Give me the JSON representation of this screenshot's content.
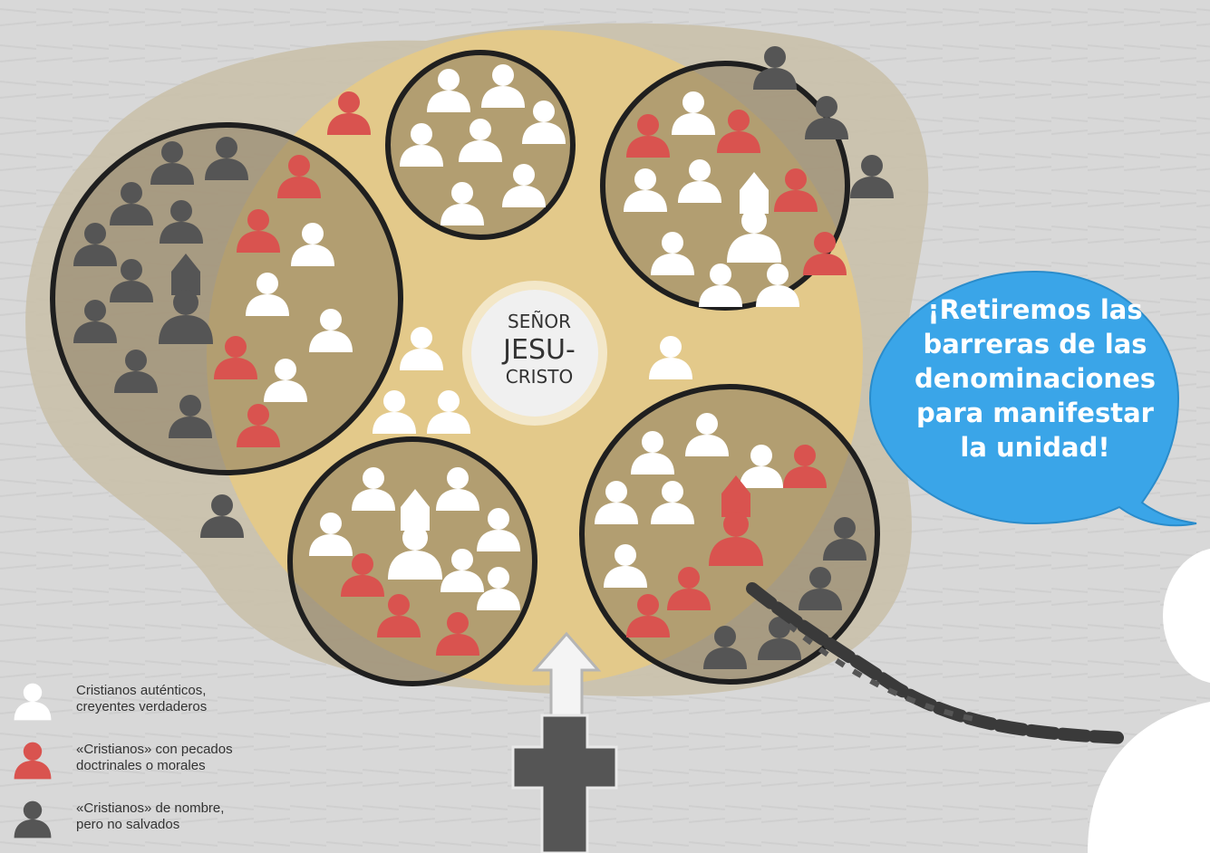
{
  "center": {
    "line1": "SEÑOR",
    "line2": "JESU-",
    "line3": "CRISTO"
  },
  "speech_bubble": {
    "lines": [
      "¡Retiremos las",
      "barreras de las",
      "denominaciones",
      "para manifestar",
      "la unidad!"
    ],
    "color": "#3aa5e8"
  },
  "legend": [
    {
      "kind": "white",
      "line1": "Cristianos auténticos,",
      "line2": "creyentes verdaderos"
    },
    {
      "kind": "red",
      "line1": "«Cristianos» con pecados",
      "line2": "doctrinales o morales"
    },
    {
      "kind": "gray",
      "line1": "«Cristianos» de nombre,",
      "line2": "pero no salvados"
    }
  ],
  "colors": {
    "white": "#ffffff",
    "red": "#d9534f",
    "gray": "#555555",
    "circle_fill": "#8a7a5c",
    "field": "#e3c98a",
    "cloud": "#c9bfa8"
  },
  "icons": {
    "person": "person-icon",
    "bishop": "bishop-icon",
    "cross": "cross-icon",
    "arrow": "up-arrow-icon"
  }
}
